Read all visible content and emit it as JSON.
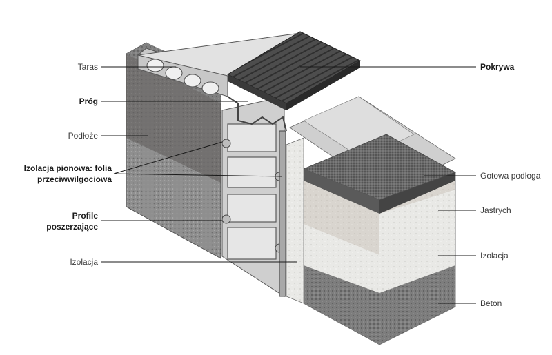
{
  "diagram": {
    "labels": {
      "taras": "Taras",
      "prog": "Próg",
      "podloze": "Podłoże",
      "izolacja_pionowa_line1": "Izolacja pionowa: folia",
      "izolacja_pionowa_line2": "przeciwwilgociowa",
      "profile_line1": "Profile",
      "profile_line2": "poszerzające",
      "izolacja_left": "Izolacja",
      "pokrywa": "Pokrywa",
      "gotowa_podloga": "Gotowa podłoga",
      "jastrych": "Jastrych",
      "izolacja_right": "Izolacja",
      "beton": "Beton"
    },
    "colors": {
      "cover": "#4a4a4a",
      "profile": "#c9c9c9",
      "concrete": "#9a9a9a",
      "screed": "#d6d2cc",
      "insulation": "#e6e6e2",
      "finish_floor": "#5e5e5e",
      "leader_line": "#1a1a1a"
    }
  }
}
